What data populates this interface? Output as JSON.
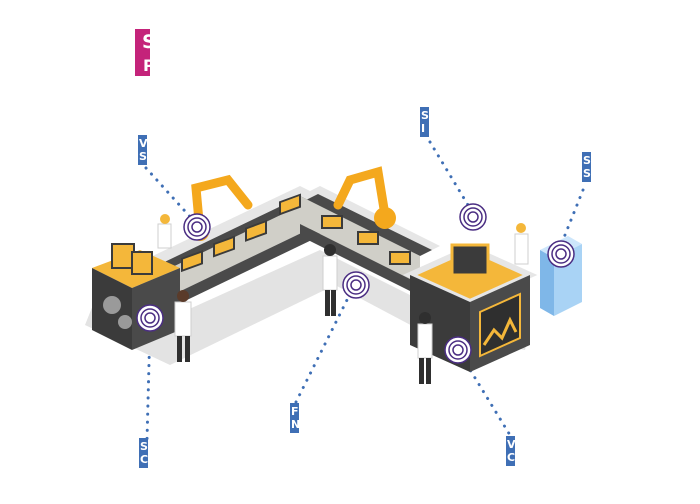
{
  "colors": {
    "accent": "#c4237a",
    "blue": "#3f6fb5",
    "yellow": "#f4b73a",
    "dark": "#3b3b3b",
    "conveyor": "#4a4a4a",
    "purple": "#4b2e83",
    "server": "#a9d3f5"
  },
  "title": {
    "line1": "S",
    "line2": "P"
  },
  "labels": [
    {
      "id": "label-top-left",
      "lines": [
        "V",
        "S"
      ]
    },
    {
      "id": "label-top-center",
      "lines": [
        "S",
        "I"
      ]
    },
    {
      "id": "label-top-right",
      "lines": [
        "S",
        "S"
      ]
    },
    {
      "id": "label-bottom-left",
      "lines": [
        "S",
        "C"
      ]
    },
    {
      "id": "label-bottom-center",
      "lines": [
        "F",
        "N"
      ]
    },
    {
      "id": "label-bottom-right",
      "lines": [
        "V",
        "C"
      ]
    }
  ]
}
